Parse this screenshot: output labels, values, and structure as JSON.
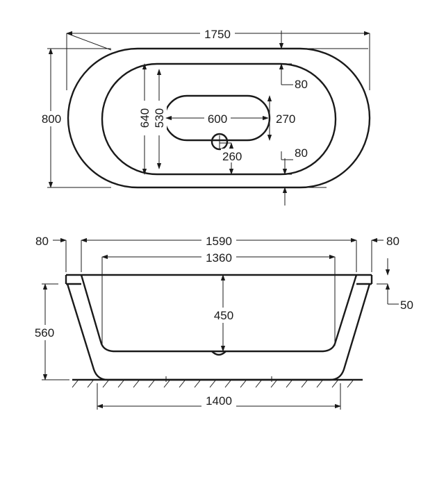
{
  "top_view": {
    "overall_length": "1750",
    "overall_width": "800",
    "inner_length": "640",
    "inner_width": "530",
    "drain_oval_length": "600",
    "drain_oval_width": "270",
    "rim_top": "80",
    "rim_bottom": "80",
    "drain_offset": "260"
  },
  "side_view": {
    "top_length": "1590",
    "inner_length": "1360",
    "base_length": "1400",
    "depth": "450",
    "height": "560",
    "rim_left": "80",
    "rim_right": "80",
    "rim_thickness": "50"
  }
}
